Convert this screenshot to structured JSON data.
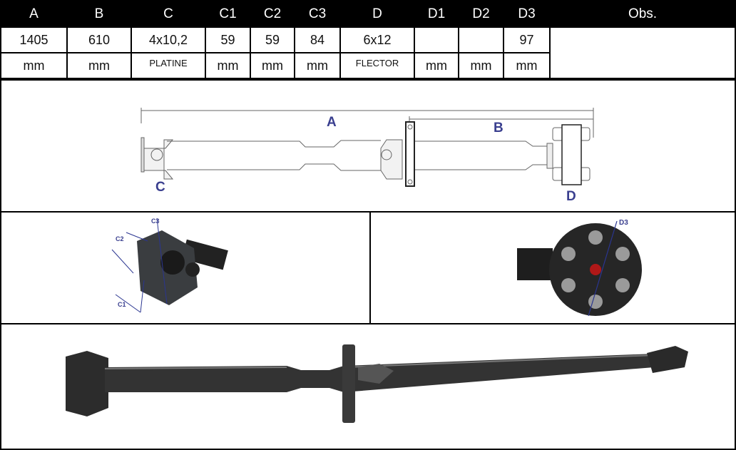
{
  "table": {
    "headers": [
      "A",
      "B",
      "C",
      "C1",
      "C2",
      "C3",
      "D",
      "D1",
      "D2",
      "D3",
      "Obs."
    ],
    "values": [
      "1405",
      "610",
      "4x10,2",
      "59",
      "59",
      "84",
      "6x12",
      "",
      "",
      "97"
    ],
    "units": [
      "mm",
      "mm",
      "PLATINE",
      "mm",
      "mm",
      "mm",
      "FLECTOR",
      "mm",
      "mm",
      "mm"
    ],
    "obs": ""
  },
  "diagram": {
    "label_a": "A",
    "label_b": "B",
    "label_c": "C",
    "label_d": "D"
  },
  "detail_c": {
    "label_c1": "C1",
    "label_c2": "C2",
    "label_c3": "C3"
  },
  "detail_d": {
    "label_d3": "D3"
  },
  "colors": {
    "dimension_label": "#3a3f8f",
    "header_bg": "#000000"
  }
}
